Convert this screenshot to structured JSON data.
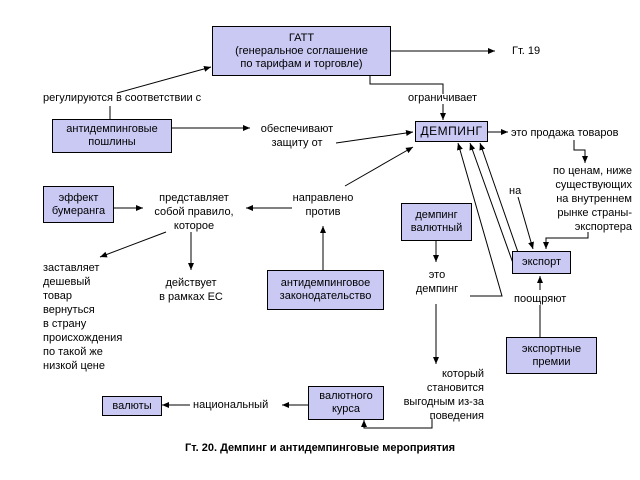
{
  "nodes": {
    "gatt": "ГАТТ\n(генеральное соглашение\nпо тарифам и торговле)",
    "duties": "антидемпинговые\nпошлины",
    "dumping": "ДЕМПИНГ",
    "boomerang": "эффект\nбумеранга",
    "currency_dumping": "демпинг\nвалютный",
    "export": "экспорт",
    "law": "антидемпинговое\nзаконодательство",
    "export_premiums": "экспортные\nпремии",
    "rate": "валютного\nкурса",
    "currencies": "валюты"
  },
  "labels": {
    "see_fig": "Гт. 19",
    "regulated": "регулируются в соответствии с",
    "limits": "ограничивает",
    "ensures": "обеспечивают\nзащиту от",
    "is_sale": "это продажа товаров",
    "prices": "по ценам, ниже\nсуществующих\nна внутреннем\nрынке страны-\nэкспортера",
    "on": "на",
    "represents": "представляет\nсобой правило,\nкоторое",
    "directed": "направлено\nпротив",
    "forces": "заставляет\nдешевый\nтовар\nвернуться\nв страну\nпроисхождения\nпо такой же\nнизкой цене",
    "acts": "действует\nв рамках ЕС",
    "this_dumping": "это\nдемпинг",
    "encourages": "поощряют",
    "which": "который\nстановится\nвыгодным из-за\nповедения",
    "national": "национальный"
  },
  "caption": "Гт. 20. Демпинг и антидемпинговые мероприятия",
  "colors": {
    "box_fill": "#c9c9f4",
    "stroke": "#000000"
  }
}
